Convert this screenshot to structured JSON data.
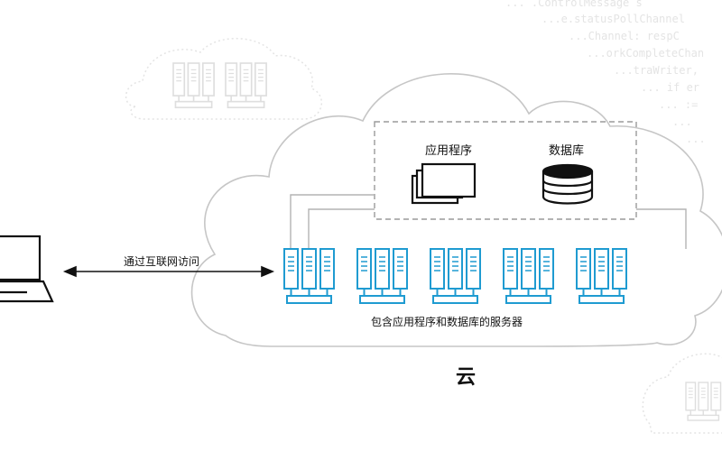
{
  "background_code": [
    "... .ControlMessage s",
    "...e.statusPollChannel",
    "...Channel: respC",
    "...orkCompleteChan",
    "...traWriter,",
    "...  if er",
    "...  :=",
    "...",
    "..."
  ],
  "labels": {
    "application": "应用程序",
    "database": "数据库",
    "internet_access": "通过互联网访问",
    "servers": "包含应用程序和数据库的服务器",
    "cloud": "云"
  },
  "colors": {
    "server_blue": "#1f9bd1",
    "outline": "#111111",
    "cloud_stroke": "#c9c9c9",
    "dashed": "#9a9a9a",
    "faint": "#e2e2e2"
  },
  "icons": {
    "client": "laptop-icon",
    "application": "stacked-windows-icon",
    "database": "database-cylinder-icon",
    "server": "server-rack-icon"
  }
}
